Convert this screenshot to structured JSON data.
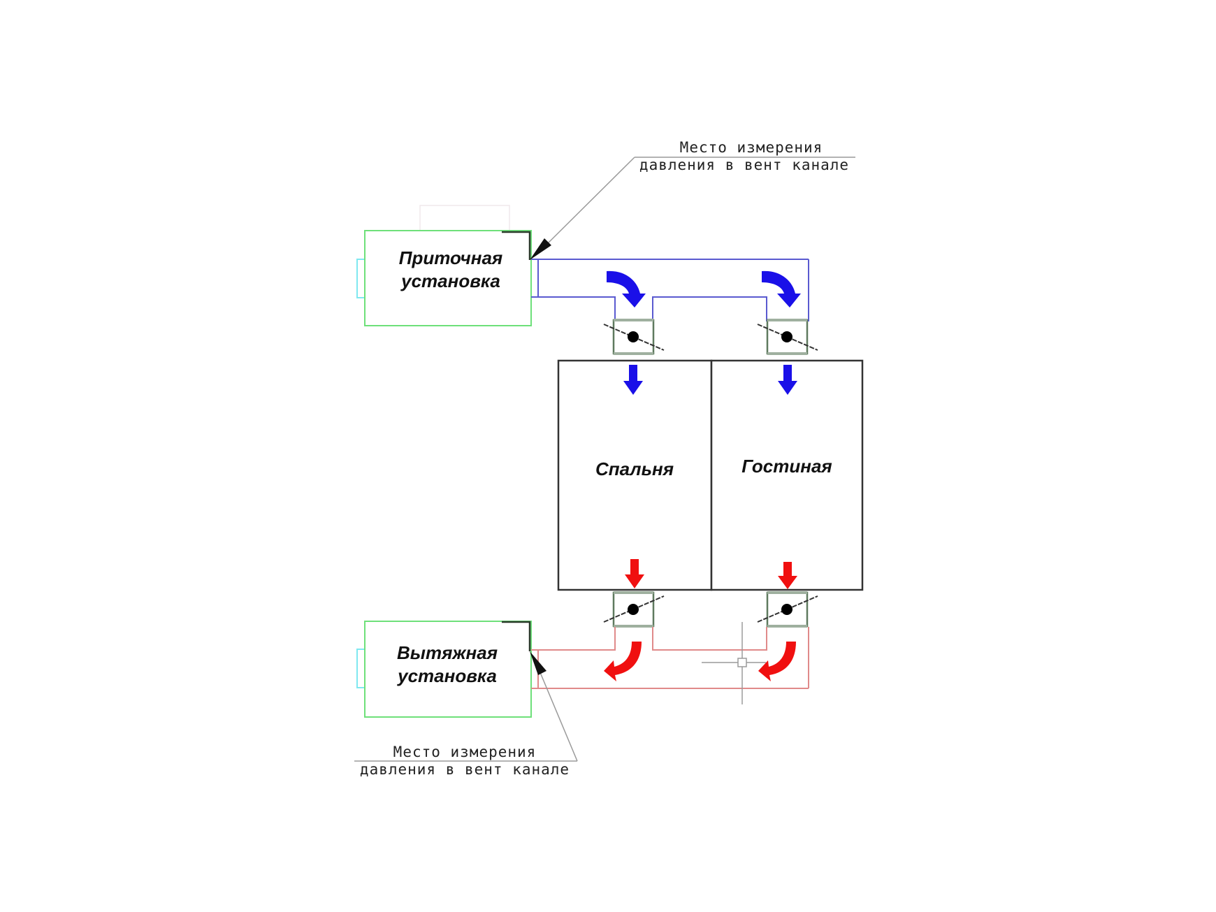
{
  "diagram": {
    "title": "Схема вентиляции: приточная и вытяжная установки",
    "colors": {
      "supply": "#1a10e8",
      "supply_duct": "#5a5ad0",
      "exhaust": "#f01010",
      "exhaust_duct": "#e08a8a",
      "unit_border": "#6ee07a",
      "room_border": "#333333",
      "damper_frame": "#5f7a5f",
      "connector": "#7fe8f0"
    },
    "units": {
      "supply": {
        "line1": "Приточная",
        "line2": "установка",
        "icon": "supply-unit-icon"
      },
      "exhaust": {
        "line1": "Вытяжная",
        "line2": "установка",
        "icon": "exhaust-unit-icon"
      }
    },
    "rooms": [
      {
        "name": "Спальня"
      },
      {
        "name": "Гостиная"
      }
    ],
    "annotations": {
      "top": {
        "line1": "Место измерения",
        "line2": "давления в вент канале"
      },
      "bottom": {
        "line1": "Место измерения",
        "line2": "давления в вент канале"
      }
    },
    "dampers": [
      {
        "room": "Спальня",
        "flow": "supply",
        "icon": "damper-icon"
      },
      {
        "room": "Гостиная",
        "flow": "supply",
        "icon": "damper-icon"
      },
      {
        "room": "Спальня",
        "flow": "exhaust",
        "icon": "damper-icon"
      },
      {
        "room": "Гостиная",
        "flow": "exhaust",
        "icon": "damper-icon"
      }
    ],
    "cursor": {
      "icon": "crosshair-cursor-icon"
    }
  }
}
